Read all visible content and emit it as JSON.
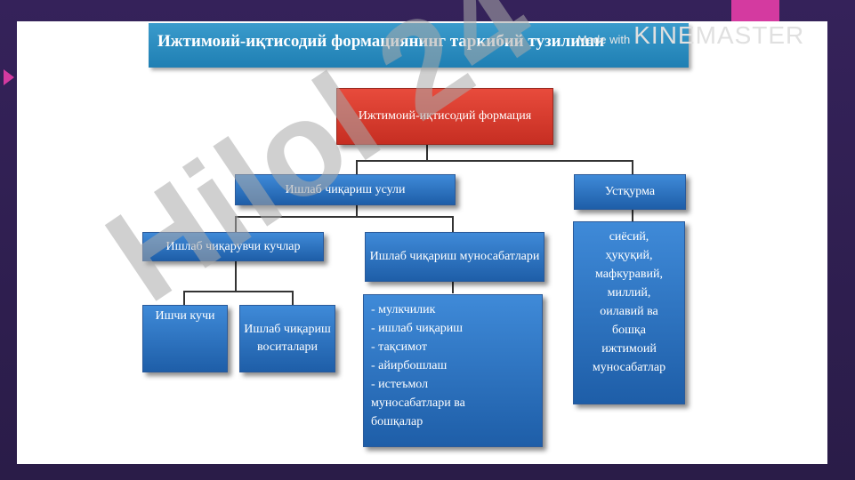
{
  "title": "Ижтимоий-иқтисодий формациянинг таркибий тузилиши",
  "watermark": {
    "made_with": "Made with",
    "brand": "KINEMASTER"
  },
  "nodes": {
    "root": "Ижтимоий-иқтисодий формация",
    "mode": "Ишлаб чиқариш усули",
    "superstructure": "Устқурма",
    "productive_forces": "Ишлаб чиқарувчи кучлар",
    "relations": "Ишлаб чиқариш муносабатлари",
    "workforce": "Ишчи кучи",
    "means": "Ишлаб чиқариш воситалари",
    "relations_list": [
      "- мулкчилик",
      "- ишлаб чиқариш",
      "- тақсимот",
      "- айирбошлаш",
      "- истеъмол",
      "муносабатлари ва",
      "бошқалар"
    ],
    "super_list": [
      "сиёсий,",
      "ҳуқуқий,",
      "мафкуравий,",
      "миллий,",
      "оилавий ва",
      "бошқа",
      "ижтимоий",
      "муносабатлар"
    ]
  },
  "stamp_text": "Hilol 24",
  "colors": {
    "blue": "#2f73c4",
    "red": "#d83a2d",
    "title_bar": "#2a8cc0"
  }
}
